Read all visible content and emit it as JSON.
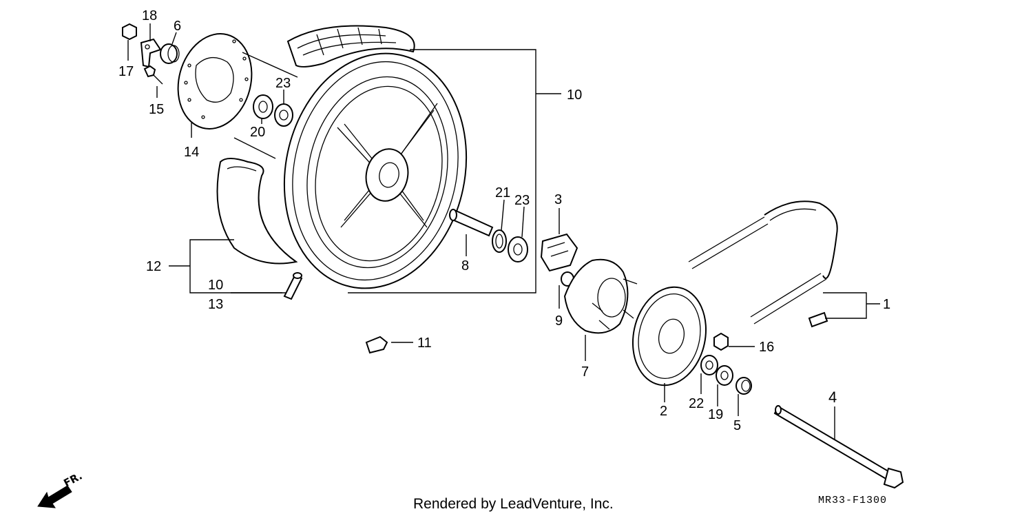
{
  "callouts": {
    "c1": "1",
    "c2": "2",
    "c3": "3",
    "c4": "4",
    "c5": "5",
    "c6": "6",
    "c7": "7",
    "c8": "8",
    "c9": "9",
    "c10_top": "10",
    "c10_bottom": "10",
    "c11": "11",
    "c12": "12",
    "c13": "13",
    "c14": "14",
    "c15": "15",
    "c16": "16",
    "c17": "17",
    "c18": "18",
    "c19": "19",
    "c20": "20",
    "c21": "21",
    "c22": "22",
    "c23_a": "23",
    "c23_b": "23"
  },
  "direction_marker": "FR.",
  "credit": "Rendered by LeadVenture, Inc.",
  "diagram_code": "MR33-F1300"
}
